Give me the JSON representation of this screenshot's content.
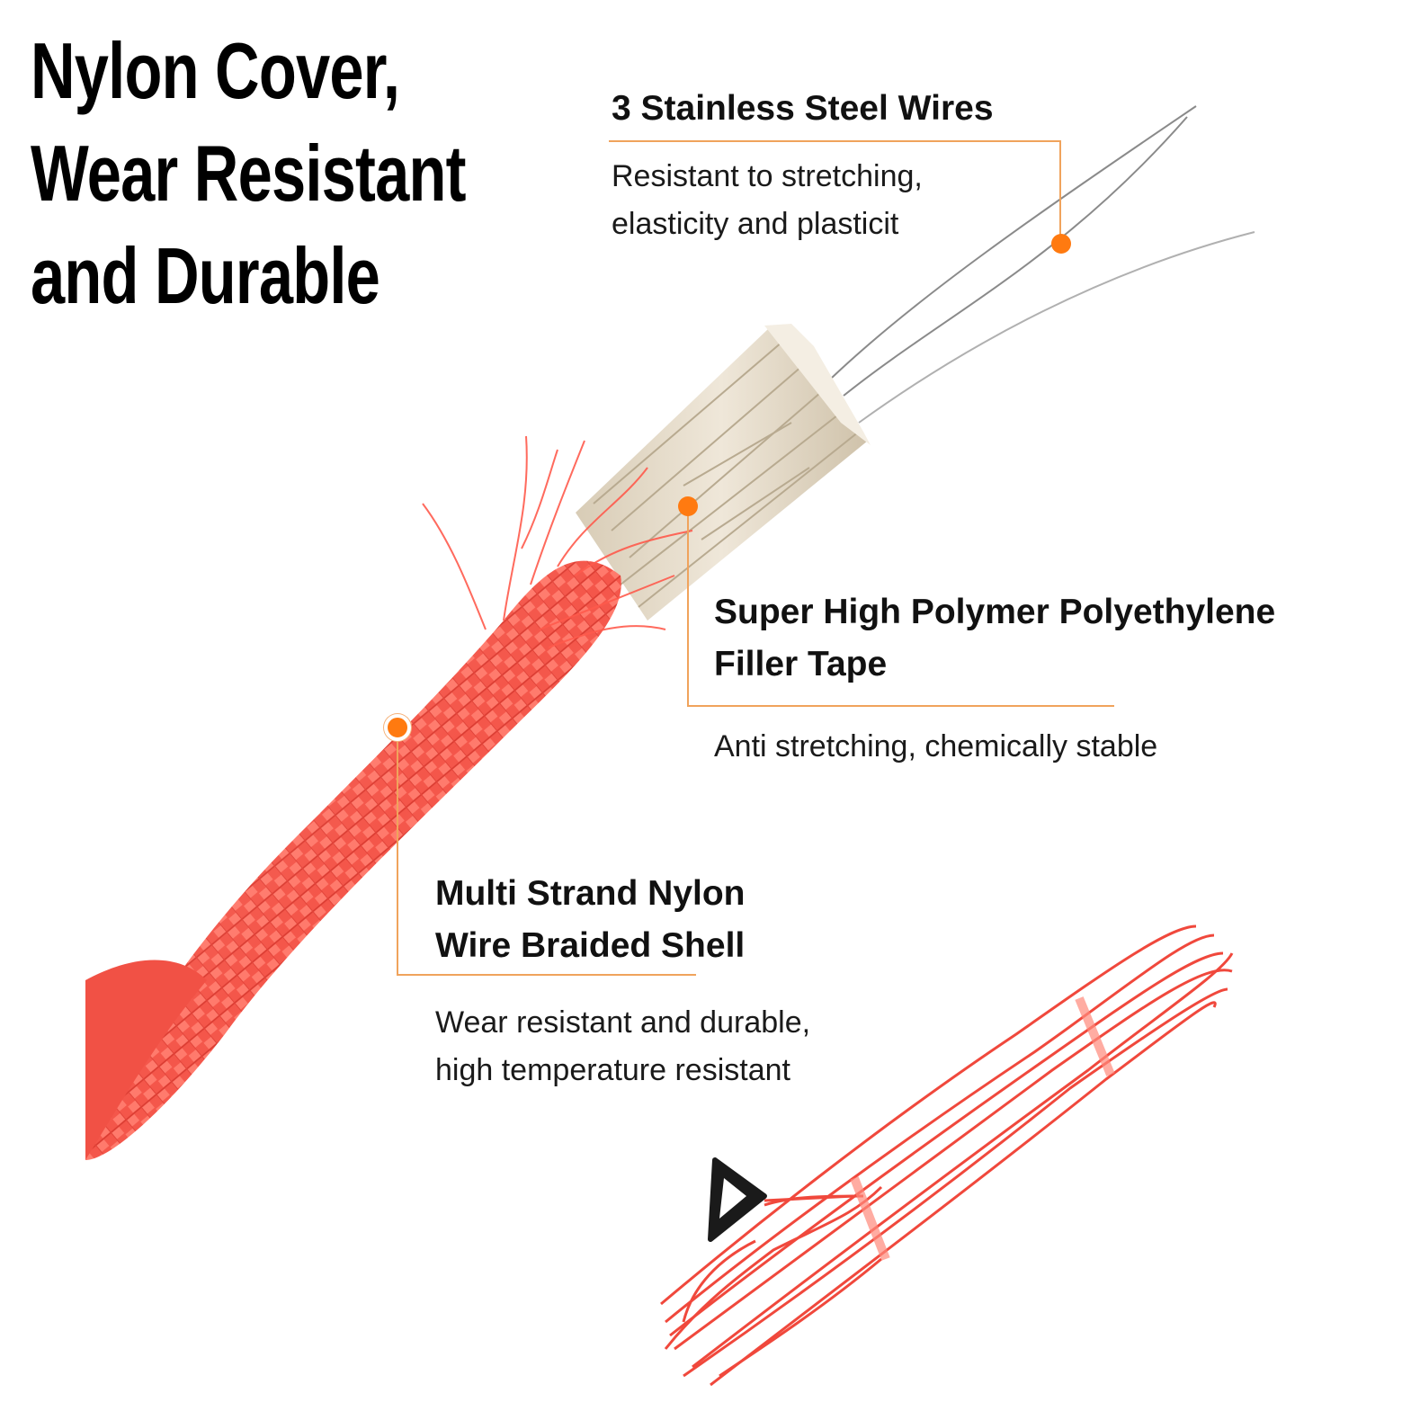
{
  "headline": {
    "line1": "Nylon Cover,",
    "line2": "Wear Resistant",
    "line3": "and Durable"
  },
  "callouts": {
    "steel": {
      "title": "3 Stainless Steel Wires",
      "desc1": "Resistant to stretching,",
      "desc2": "elasticity and plasticit"
    },
    "filler": {
      "title1": "Super High Polymer Polyethylene",
      "title2": "Filler Tape",
      "desc": "Anti stretching, chemically stable"
    },
    "shell": {
      "title1": "Multi Strand Nylon",
      "title2": "Wire Braided Shell",
      "desc1": "Wear resistant and durable,",
      "desc2": "high temperature resistant"
    }
  },
  "colors": {
    "accent_line": "#f0a35c",
    "accent_dot": "#ff7a10",
    "rope_red": "#f0483c",
    "filler_beige": "#e6dccb"
  }
}
